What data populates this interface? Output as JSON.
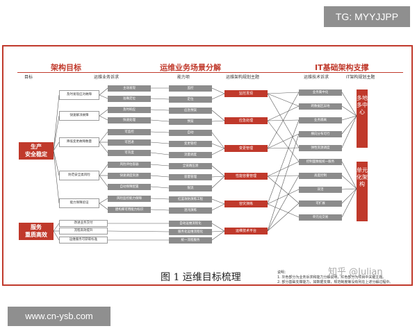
{
  "overlay": {
    "tg": "TG: MYYJJPP",
    "site": "www.cn-ysb.com",
    "watermark": "知乎 @Julian"
  },
  "headers": {
    "arch": "架构目标",
    "scenario": "运维业务场景分解",
    "it": "IT基础架构支撑",
    "col_goal": "目标",
    "col_demand": "运维业务诉求",
    "col_capability": "能力项",
    "col_planning": "运维架构规划主题",
    "col_tech_demand": "运维技术诉求",
    "col_it_planning": "IT架构规划主题"
  },
  "goals": [
    "生产\n安全稳定",
    "服务\n重质高效"
  ],
  "demands": [
    "及时发现应对故障",
    "快速解决故障",
    "降低变更故障数量",
    "防范安全类风险",
    "能力保障验证",
    "改进业务交付",
    "流程高效提升",
    "运维服务可获取标准"
  ],
  "sub_demands": [
    "主动发现",
    "准确定位",
    "及时响应",
    "快速处理",
    "可监控",
    "可回退",
    "可灰度",
    "风险评估容器",
    "快速调度资源",
    "自动保障配置",
    "风险监控能力保障",
    "建构库可用能力标识"
  ],
  "capabilities": [
    "监控",
    "定位",
    "应急预案",
    "预案",
    "自动",
    "变更管控",
    "流量调度",
    "全链路压测",
    "容量管理",
    "限流",
    "红蓝攻防演练工程",
    "混沌演练",
    "自动运维流程化",
    "服务化运维流程化",
    "统一流程服务"
  ],
  "planning": [
    "监控发现",
    "应急处理",
    "变更管理",
    "性能容量管理",
    "容灾演练",
    "运维技术平台"
  ],
  "tech_demands": [
    "业务集中化",
    "跨数据区异地",
    "业务隔离",
    "横向分布可行",
    "弹性资源调度",
    "控制面数据统一服务",
    "高度控制",
    "双活",
    "可扩展",
    "单元化交易"
  ],
  "it_planning": [
    "多地多中心",
    "单元化架构"
  ],
  "notes": [
    "说明：",
    "1. 灰色部分为业务诉求和能力分解说明，红色部分为项目中关键主题。",
    "2. 部分基础支撑能力，如数据支撑，规范制度等没有列在上述分解过程中。"
  ],
  "caption": "图 1  运维目标梳理"
}
